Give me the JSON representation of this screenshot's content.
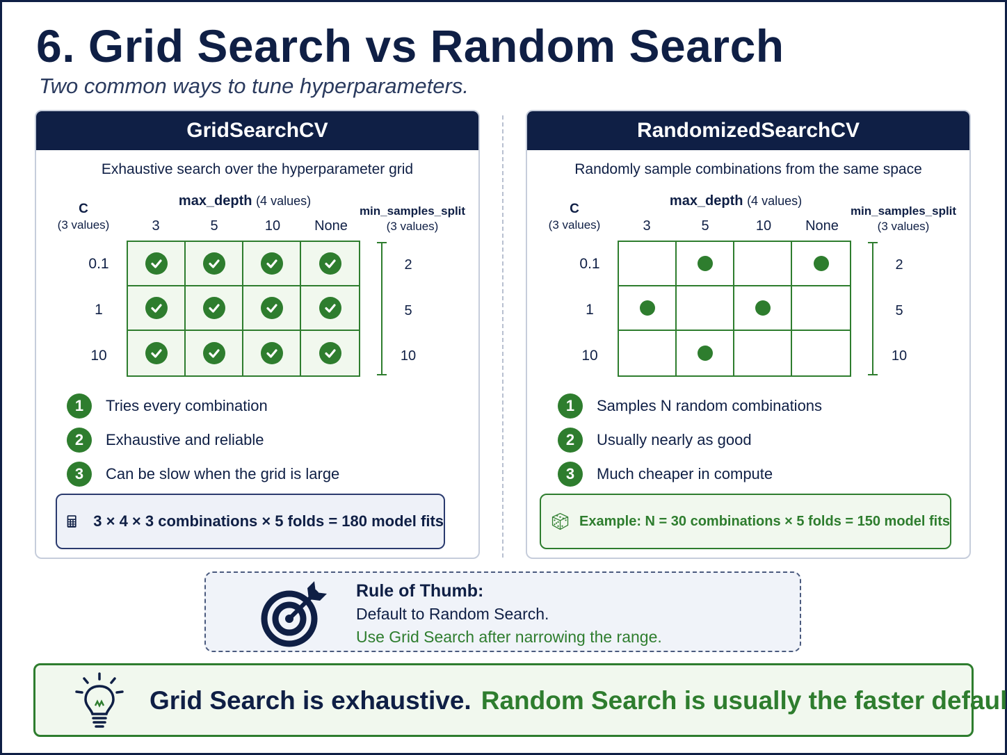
{
  "header": {
    "title": "6. Grid Search vs Random Search",
    "subtitle": "Two common ways to tune hyperparameters."
  },
  "grid_panel": {
    "title": "GridSearchCV",
    "description": "Exhaustive search over the hyperparameter grid",
    "c_label": "C",
    "c_sub": "(3 values)",
    "max_depth_label": "max_depth",
    "max_depth_sub": "(4 values)",
    "columns": [
      "3",
      "5",
      "10",
      "None"
    ],
    "rows": [
      "0.1",
      "1",
      "10"
    ],
    "mss_label": "min_samples_split",
    "mss_sub": "(3 values)",
    "mss_values": [
      "2",
      "5",
      "10"
    ],
    "cells_marked": [
      [
        1,
        1,
        1,
        1
      ],
      [
        1,
        1,
        1,
        1
      ],
      [
        1,
        1,
        1,
        1
      ]
    ],
    "marker": "check-icon",
    "points": [
      {
        "num": "1",
        "text": "Tries every combination"
      },
      {
        "num": "2",
        "text": "Exhaustive and reliable"
      },
      {
        "num": "3",
        "text": "Can be slow when the grid is large"
      }
    ],
    "summary": "3 × 4 × 3 combinations × 5 folds = 180 model fits",
    "summary_icon": "calculator-icon"
  },
  "random_panel": {
    "title": "RandomizedSearchCV",
    "description": "Randomly sample combinations from the same space",
    "c_label": "C",
    "c_sub": "(3 values)",
    "max_depth_label": "max_depth",
    "max_depth_sub": "(4 values)",
    "columns": [
      "3",
      "5",
      "10",
      "None"
    ],
    "rows": [
      "0.1",
      "1",
      "10"
    ],
    "mss_label": "min_samples_split",
    "mss_sub": "(3 values)",
    "mss_values": [
      "2",
      "5",
      "10"
    ],
    "cells_marked": [
      [
        0,
        1,
        0,
        1
      ],
      [
        1,
        0,
        1,
        0
      ],
      [
        0,
        1,
        0,
        0
      ]
    ],
    "marker": "dot-icon",
    "points": [
      {
        "num": "1",
        "text": "Samples N random combinations"
      },
      {
        "num": "2",
        "text": "Usually nearly as good"
      },
      {
        "num": "3",
        "text": "Much cheaper in compute"
      }
    ],
    "summary": "Example: N = 30 combinations × 5 folds = 150 model fits",
    "summary_icon": "dice-icon"
  },
  "rule": {
    "title": "Rule of Thumb:",
    "line1": "Default to Random Search.",
    "line2": "Use Grid Search after narrowing the range.",
    "icon": "target-icon"
  },
  "takeaway": {
    "part1": "Grid Search is exhaustive.",
    "part2": "Random Search is usually the faster default.",
    "icon": "lightbulb-icon"
  },
  "colors": {
    "navy": "#0f1f45",
    "green": "#2e7d2e",
    "light_green": "#f1f8ee",
    "light_blue": "#eef1f8"
  }
}
